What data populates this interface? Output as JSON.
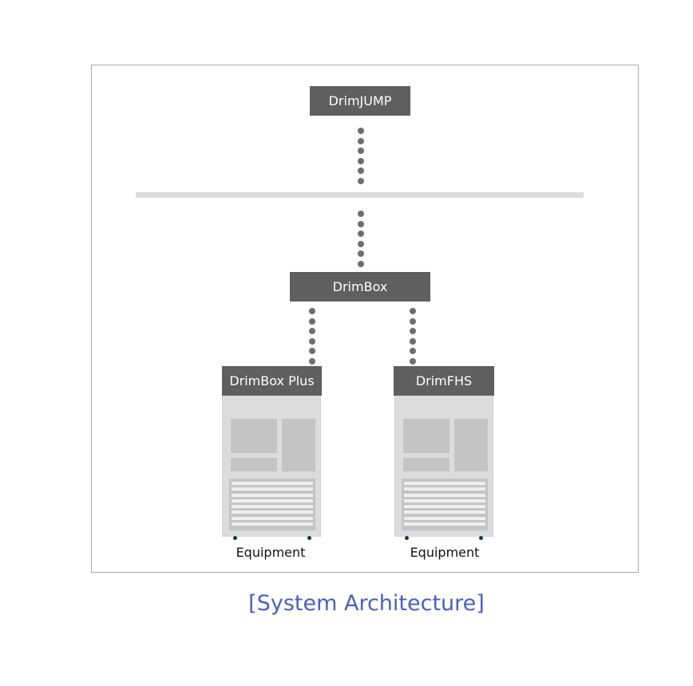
{
  "nodes": {
    "drimjump": "DrimJUMP",
    "drimbox": "DrimBox",
    "drimbox_plus": "DrimBox Plus",
    "drimfhs": "DrimFHS"
  },
  "equipment": {
    "left_label": "Equipment",
    "right_label": "Equipment"
  },
  "caption": "[System Architecture]",
  "colors": {
    "node_fill": "#5f5f5f",
    "bus": "#dcdcdc",
    "connector_dots": "#6e6e6e",
    "equipment_body": "#dcdcdc",
    "caption": "#4a5fc1"
  }
}
